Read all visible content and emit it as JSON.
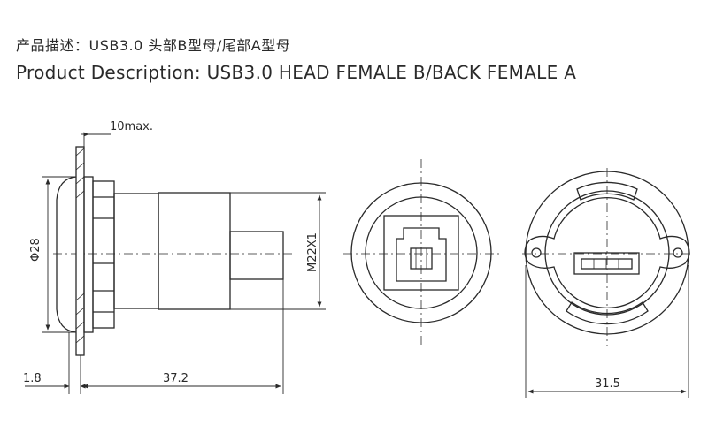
{
  "title": {
    "cn": "产品描述：USB3.0 头部B型母/尾部A型母",
    "en": "Product Description: USB3.0 HEAD FEMALE B/BACK FEMALE A"
  },
  "dimensions": {
    "flange_max": "10max.",
    "diameter": "Φ28",
    "thread": "M22X1",
    "flange_thickness": "1.8",
    "body_length": "37.2",
    "width": "31.5"
  }
}
